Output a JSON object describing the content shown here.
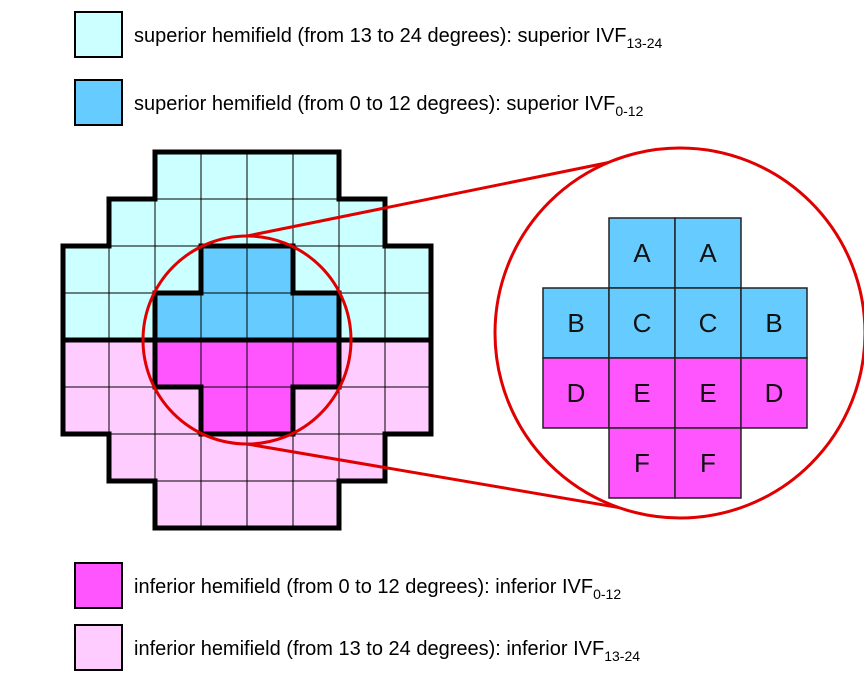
{
  "colors": {
    "superior_13_24": "#ccffff",
    "superior_0_12": "#66ccff",
    "inferior_0_12": "#ff55ff",
    "inferior_13_24": "#ffccff",
    "outline": "#000000",
    "highlight": "#e00000"
  },
  "legend": [
    {
      "key": "superior_13_24",
      "text": "superior hemifield (from 13 to 24 degrees): superior IVF",
      "sub": "13-24"
    },
    {
      "key": "superior_0_12",
      "text": "superior hemifield (from 0 to 12 degrees): superior IVF",
      "sub": "0-12"
    },
    {
      "key": "inferior_0_12",
      "text": "inferior hemifield (from 0 to 12 degrees): inferior IVF",
      "sub": "0-12"
    },
    {
      "key": "inferior_13_24",
      "text": "inferior hemifield (from 13 to 24 degrees): inferior IVF",
      "sub": "13-24"
    }
  ],
  "field_grid": {
    "row_extents": [
      [
        2,
        5
      ],
      [
        1,
        6
      ],
      [
        0,
        7
      ],
      [
        0,
        7
      ],
      [
        0,
        7
      ],
      [
        0,
        7
      ],
      [
        1,
        6
      ],
      [
        2,
        5
      ]
    ],
    "central_extents": [
      [
        3,
        4
      ],
      [
        2,
        5
      ],
      [
        2,
        5
      ],
      [
        3,
        4
      ]
    ]
  },
  "zoom_grid": [
    {
      "row": 0,
      "cells": [
        {
          "col": 1,
          "label": "A"
        },
        {
          "col": 2,
          "label": "A"
        }
      ]
    },
    {
      "row": 1,
      "cells": [
        {
          "col": 0,
          "label": "B"
        },
        {
          "col": 1,
          "label": "C"
        },
        {
          "col": 2,
          "label": "C"
        },
        {
          "col": 3,
          "label": "B"
        }
      ]
    },
    {
      "row": 2,
      "cells": [
        {
          "col": 0,
          "label": "D"
        },
        {
          "col": 1,
          "label": "E"
        },
        {
          "col": 2,
          "label": "E"
        },
        {
          "col": 3,
          "label": "D"
        }
      ]
    },
    {
      "row": 3,
      "cells": [
        {
          "col": 1,
          "label": "F"
        },
        {
          "col": 2,
          "label": "F"
        }
      ]
    }
  ]
}
